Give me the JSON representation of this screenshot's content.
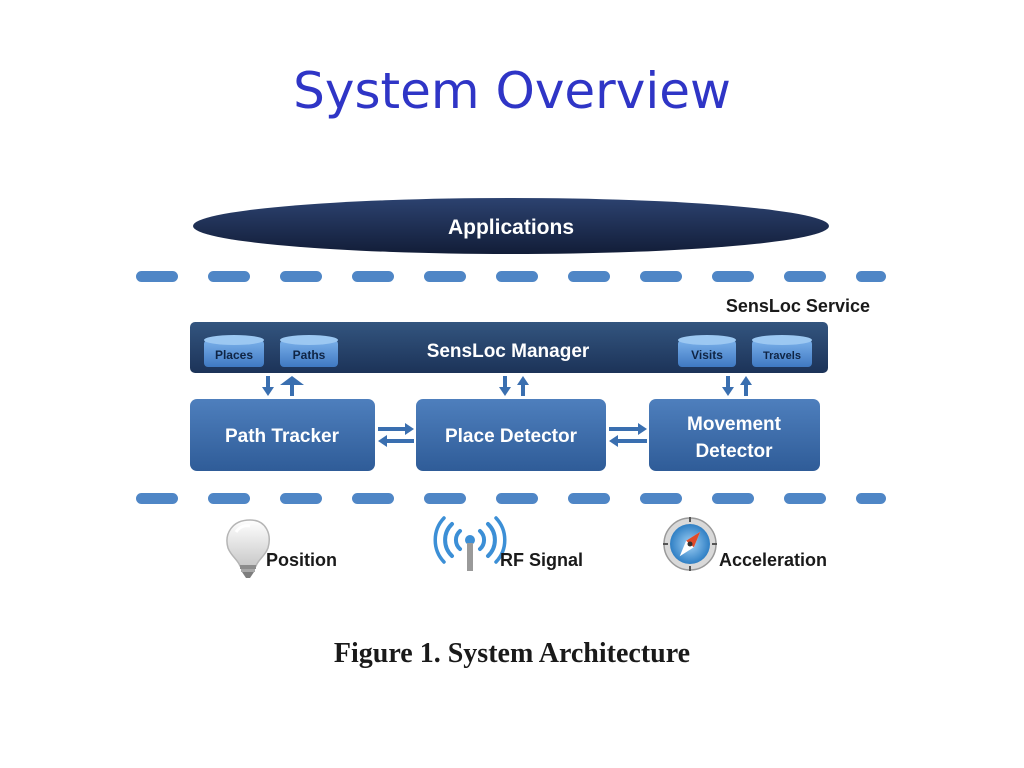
{
  "slide": {
    "title": "System Overview"
  },
  "diagram": {
    "applications_label": "Applications",
    "service_label": "SensLoc Service",
    "manager": {
      "label": "SensLoc Manager",
      "stores_left": [
        "Places",
        "Paths"
      ],
      "stores_right": [
        "Visits",
        "Travels"
      ]
    },
    "components": {
      "path_tracker": "Path Tracker",
      "place_detector": "Place Detector",
      "movement_detector_line1": "Movement",
      "movement_detector_line2": "Detector"
    },
    "sensors": {
      "position": "Position",
      "rf_signal": "RF Signal",
      "acceleration": "Acceleration"
    },
    "colors": {
      "title": "#2f35c6",
      "applications_fill": "#1b2b4d",
      "manager_fill": "#243f66",
      "component_fill": "#3c6aa6",
      "store_fill": "#4f89cf",
      "dash": "#4f86c6",
      "arrow": "#3a6fb0"
    },
    "icons": [
      "lightbulb-icon",
      "wireless-signal-icon",
      "compass-icon"
    ]
  },
  "caption": "Figure 1. System Architecture"
}
